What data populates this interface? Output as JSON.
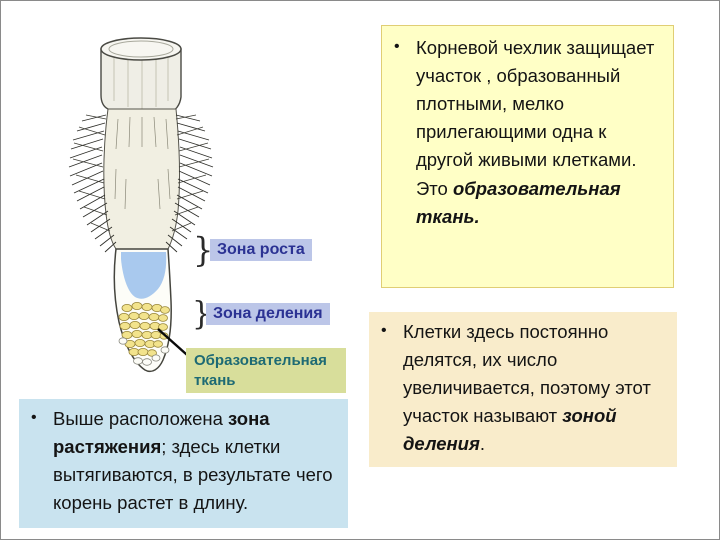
{
  "bullet": "•",
  "diagram": {
    "brace": "}",
    "labels": {
      "growth": "Зона роста",
      "division": "Зона деления",
      "tissue": "Образовательная ткань"
    }
  },
  "boxes": {
    "cap": {
      "part1": "Корневой чехлик защищает участок , образованный плотными, мелко прилегающими одна к другой живыми клетками. Это ",
      "em": "образовательная ткань."
    },
    "division": {
      "part1": "Клетки здесь постоянно делятся, их число увеличивается, поэтому этот участок называют ",
      "em": "зоной деления",
      "part2": "."
    },
    "stretch": {
      "part1": "Выше расположена ",
      "em": "зона растяжения",
      "part2": "; здесь клетки вытягиваются, в результате чего корень растет в длину."
    }
  },
  "colors": {
    "box_yellow": "#FFFFC6",
    "box_cream": "#F9ECCB",
    "box_blue": "#C9E3EF",
    "zone_label_bg": "#BCC6E8",
    "zone_label_text": "#2B3293",
    "tissue_label_bg": "#D8DE9B",
    "tissue_label_text": "#1D6A74",
    "growth_zone_fill": "#A9C9EE",
    "division_cells_fill": "#F2E38C"
  }
}
